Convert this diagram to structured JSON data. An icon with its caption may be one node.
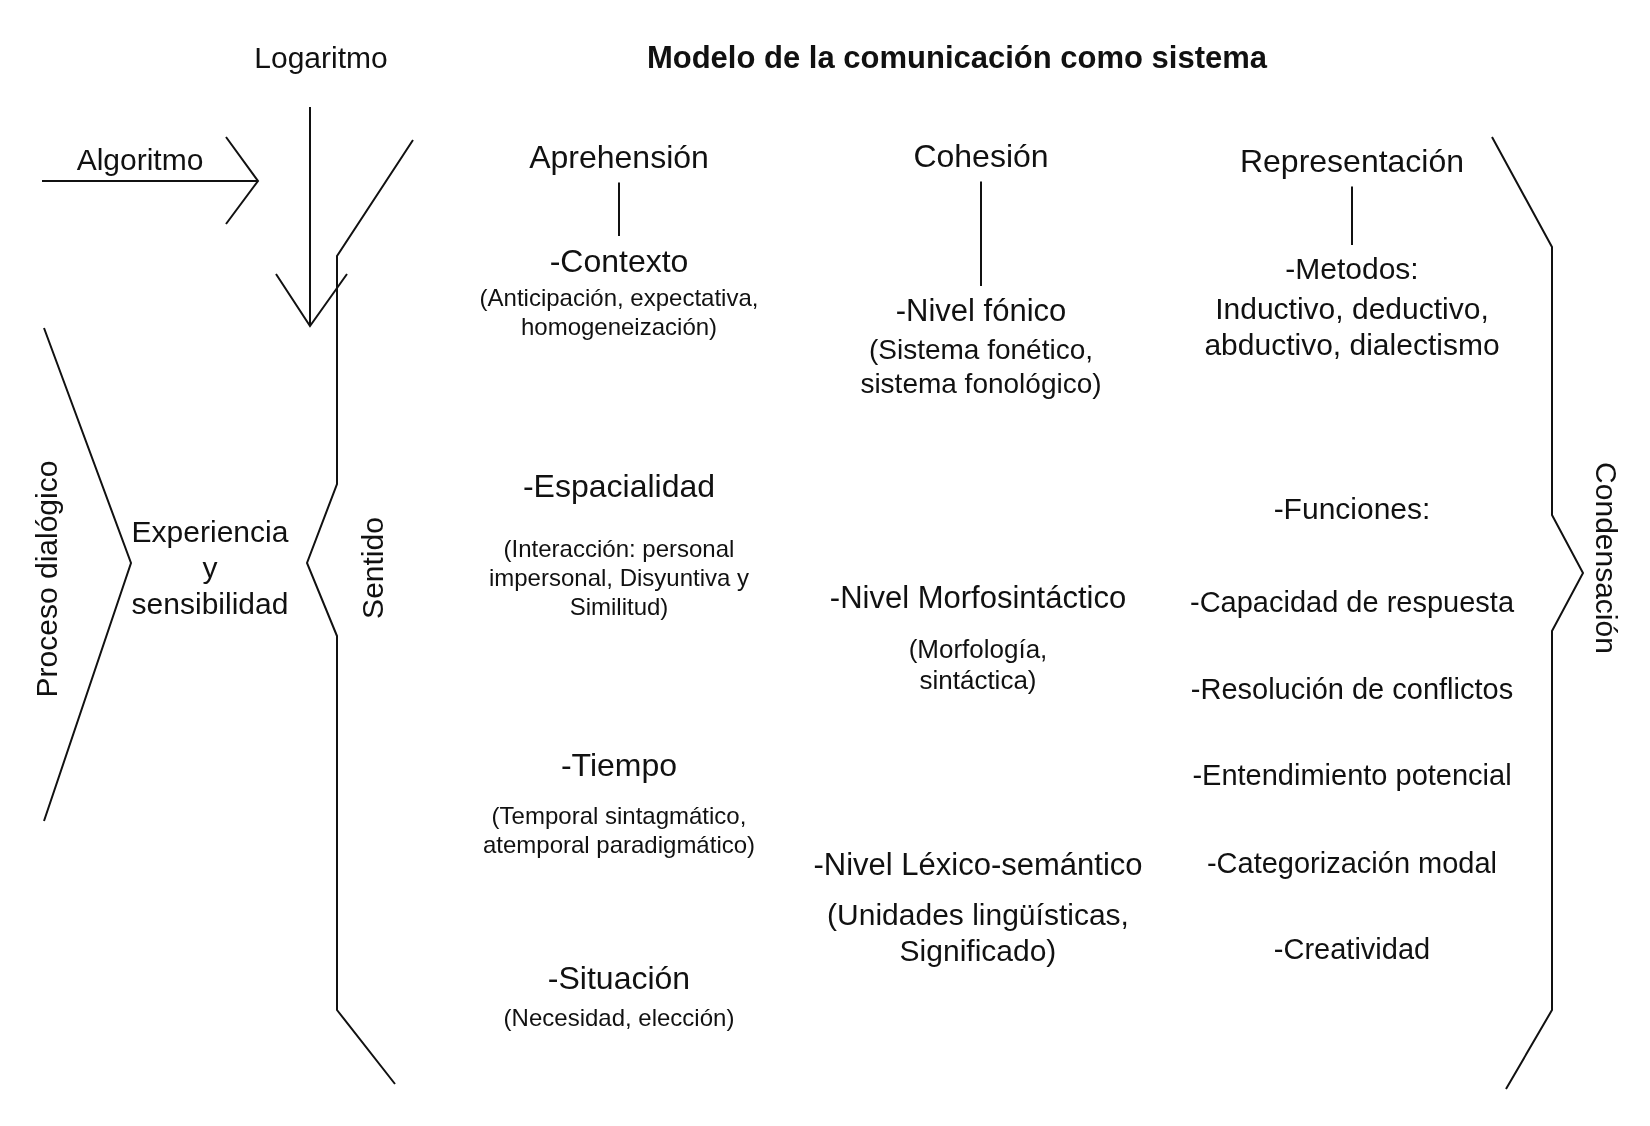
{
  "diagram": {
    "title": "Modelo de la comunicación como sistema",
    "nodes": [
      {
        "text": [
          "Aprehensión"
        ]
      },
      {
        "text": [
          "-Contexto",
          "(Anticipación, expectativa, homogeneización)"
        ]
      },
      {
        "text": [
          "Cohesión"
        ]
      },
      {
        "text": [
          "-Nivel fónico",
          "(Sistema fonético, sistema fonológico)"
        ]
      },
      {
        "text": [
          "Representación"
        ]
      },
      {
        "text": [
          "-Metodos:",
          "Inductivo, deductivo, abductivo, dialectismo"
        ]
      }
    ],
    "edges": [
      {
        "from": 0,
        "to": 1,
        "arrow": "none"
      },
      {
        "from": 2,
        "to": 3,
        "arrow": "none"
      },
      {
        "from": 4,
        "to": 5,
        "arrow": "none"
      }
    ],
    "labels": [
      "Logaritmo",
      "Algoritmo",
      "Proceso dialógico",
      "Experiencia y sensibilidad",
      "Sentido",
      "-Espacialidad",
      "(Interacción: personal impersonal, Disyuntiva y Similitud)",
      "-Nivel Morfosintáctico",
      "(Morfología, sintáctica)",
      "-Funciones:",
      "-Capacidad de respuesta",
      "-Resolución de conflictos",
      "-Tiempo",
      "(Temporal sintagmático, atemporal paradigmático)",
      "-Entendimiento potencial",
      "-Nivel Léxico-semántico",
      "(Unidades lingüísticas, Significado)",
      "-Categorización modal",
      "-Situación",
      "(Necesidad, elección)",
      "-Creatividad",
      "Condensación"
    ]
  }
}
